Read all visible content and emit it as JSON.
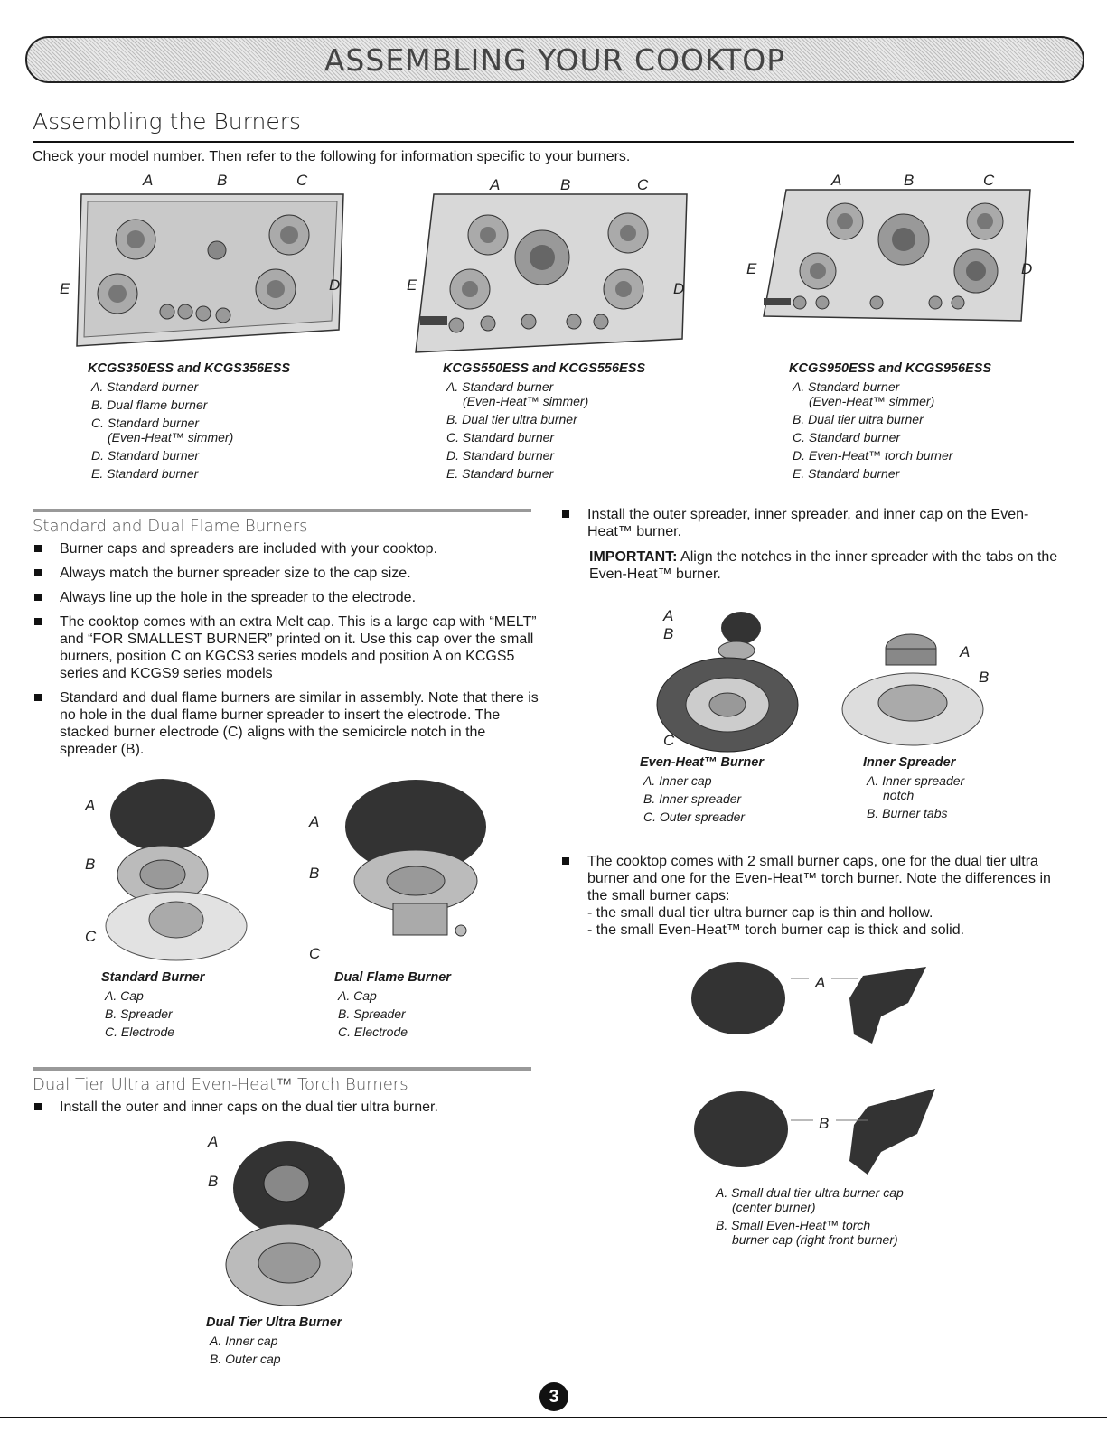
{
  "banner": "ASSEMBLING YOUR COOKTOP",
  "section_title": "Assembling the Burners",
  "intro": "Check your model number. Then refer to the following for information specific to your burners.",
  "letters": {
    "a": "A",
    "b": "B",
    "c": "C",
    "d": "D",
    "e": "E"
  },
  "models": [
    {
      "title": "KCGS350ESS and KCGS356ESS",
      "items": [
        "A. Standard burner",
        "B. Dual flame burner",
        "C. Standard burner",
        "(Even-Heat™ simmer)",
        "D. Standard burner",
        "E. Standard burner"
      ]
    },
    {
      "title": "KCGS550ESS and KCGS556ESS",
      "items": [
        "A. Standard burner",
        "(Even-Heat™ simmer)",
        "B. Dual tier ultra burner",
        "C. Standard burner",
        "D. Standard burner",
        "E. Standard burner"
      ]
    },
    {
      "title": "KCGS950ESS and KCGS956ESS",
      "items": [
        "A. Standard burner",
        "(Even-Heat™ simmer)",
        "B. Dual tier ultra burner",
        "C. Standard burner",
        "D. Even-Heat™ torch burner",
        "E. Standard burner"
      ]
    }
  ],
  "left": {
    "sub1": "Standard and Dual Flame Burners",
    "bullets1": [
      "Burner caps and spreaders are included with your cooktop.",
      "Always match the burner spreader size to the cap size.",
      "Always line up the hole in the spreader to the electrode.",
      "The cooktop comes with an extra Melt cap. This is a large cap with “MELT” and “FOR SMALLEST BURNER” printed on it. Use this cap over the small burners, position C on KGCS3 series models and position A on KCGS5 series and KCGS9 series models",
      "Standard and dual flame burners are similar in assembly. Note that there is no hole in the dual flame burner spreader to insert the electrode. The stacked burner electrode (C) aligns with the semicircle notch in the spreader (B)."
    ],
    "std_caption": {
      "title": "Standard Burner",
      "items": [
        "A. Cap",
        "B. Spreader",
        "C. Electrode"
      ]
    },
    "dual_caption": {
      "title": "Dual Flame Burner",
      "items": [
        "A. Cap",
        "B. Spreader",
        "C. Electrode"
      ]
    },
    "sub2": "Dual Tier Ultra and Even-Heat™ Torch Burners",
    "bullet2": "Install the outer and inner caps on the dual tier ultra burner.",
    "dtu_caption": {
      "title": "Dual Tier Ultra Burner",
      "items": [
        "A. Inner cap",
        "B. Outer cap"
      ]
    }
  },
  "right": {
    "bullet1": "Install the outer spreader, inner spreader, and inner cap on the Even-Heat™ burner.",
    "important_label": "IMPORTANT:",
    "important_text": " Align the notches in the inner spreader with the tabs on the Even-Heat™ burner.",
    "eh_caption": {
      "title": "Even-Heat™ Burner",
      "items": [
        "A. Inner cap",
        "B. Inner spreader",
        "C. Outer spreader"
      ]
    },
    "is_caption": {
      "title": "Inner Spreader",
      "items": [
        "A. Inner spreader",
        "notch",
        "B. Burner tabs"
      ]
    },
    "bullet2": "The cooktop comes with 2 small burner caps, one for the dual tier ultra burner and one for the Even-Heat™ torch burner. Note the differences in the small burner caps:",
    "dash1": "- the small dual tier ultra burner cap is thin and hollow.",
    "dash2": "- the small Even-Heat™ torch burner cap is thick and solid.",
    "caps_caption": [
      "A. Small dual tier ultra burner cap",
      "(center burner)",
      "B. Small Even-Heat™ torch",
      "burner cap (right front burner)"
    ]
  },
  "page_number": "3"
}
